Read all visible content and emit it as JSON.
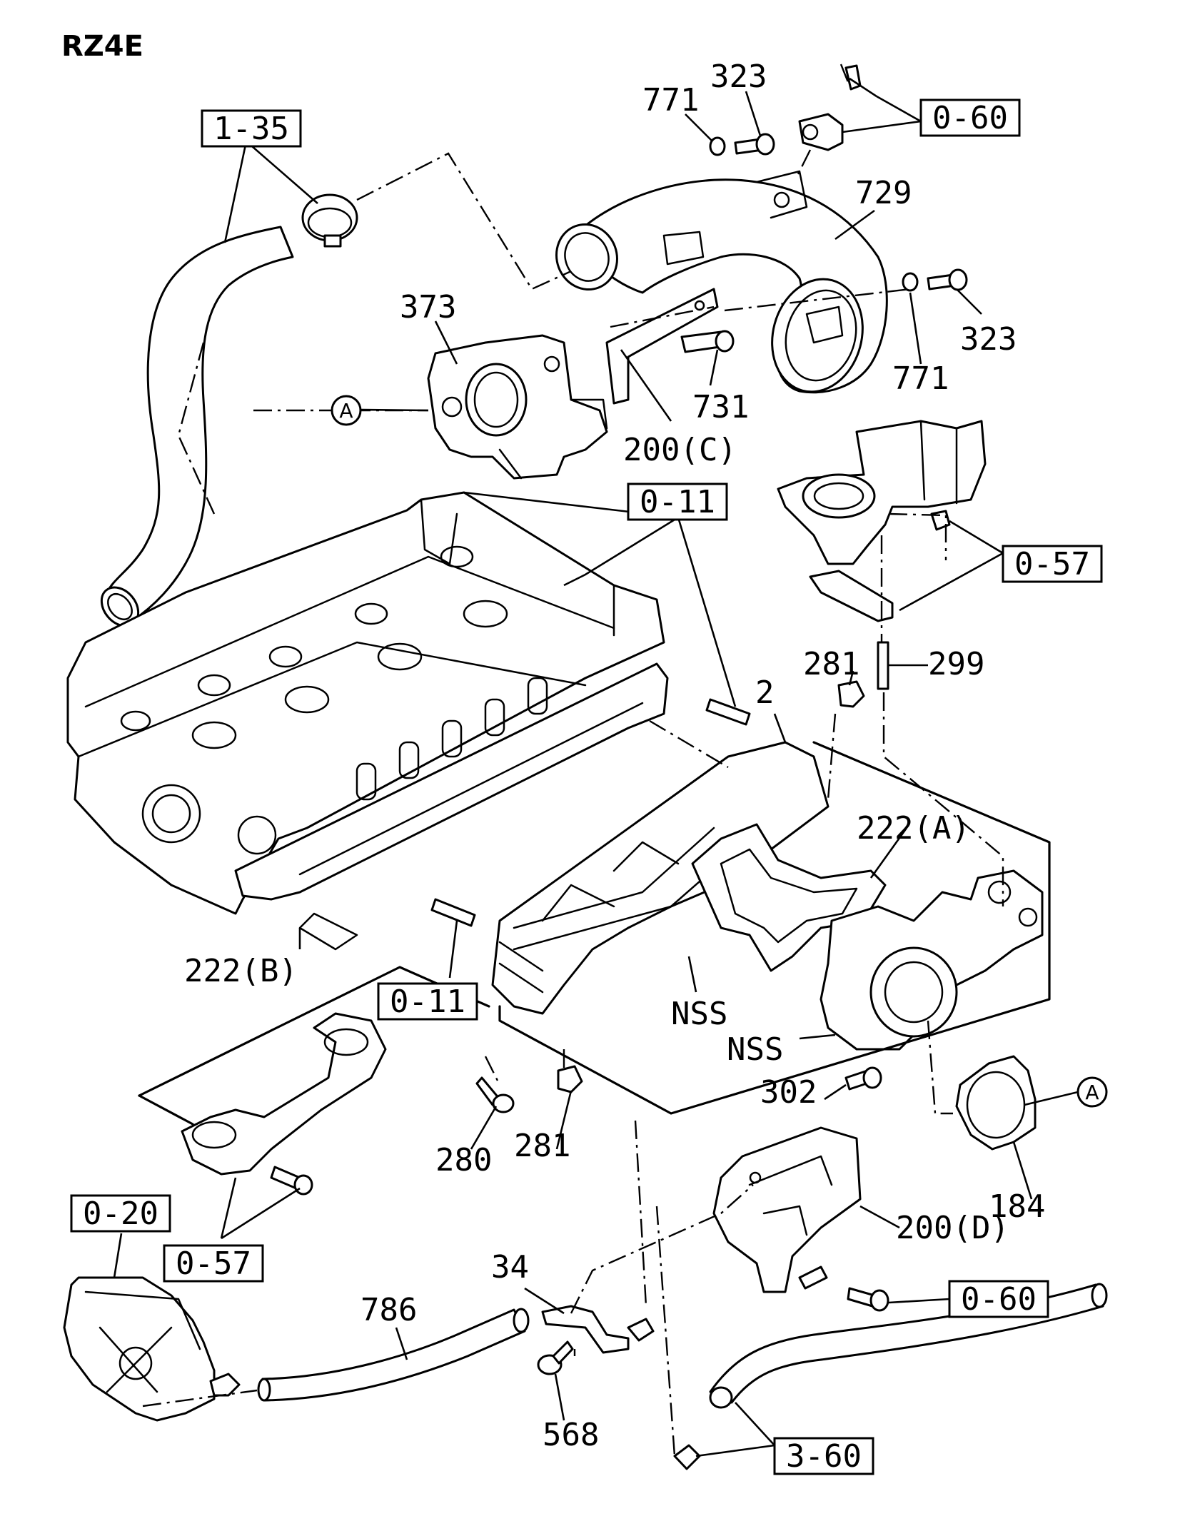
{
  "title": "RZ4E",
  "ref_boxes": {
    "r1": "1-35",
    "r2": "0-60",
    "r3": "0-11",
    "r4": "0-57",
    "r5": "0-11",
    "r6": "0-20",
    "r7": "0-57",
    "r8": "0-60",
    "r9": "3-60"
  },
  "labels": {
    "p323a": "323",
    "p771a": "771",
    "p729": "729",
    "p373": "373",
    "p731": "731",
    "p323b": "323",
    "p771b": "771",
    "p200c": "200(C)",
    "p281a": "281",
    "p299": "299",
    "p2": "2",
    "p222a": "222(A)",
    "p222b": "222(B)",
    "nss1": "NSS",
    "nss2": "NSS",
    "p302": "302",
    "p280": "280",
    "p281b": "281",
    "p184": "184",
    "p200d": "200(D)",
    "p34": "34",
    "p786": "786",
    "p568": "568"
  },
  "circle_refs": {
    "a1": "A",
    "a2": "A"
  }
}
